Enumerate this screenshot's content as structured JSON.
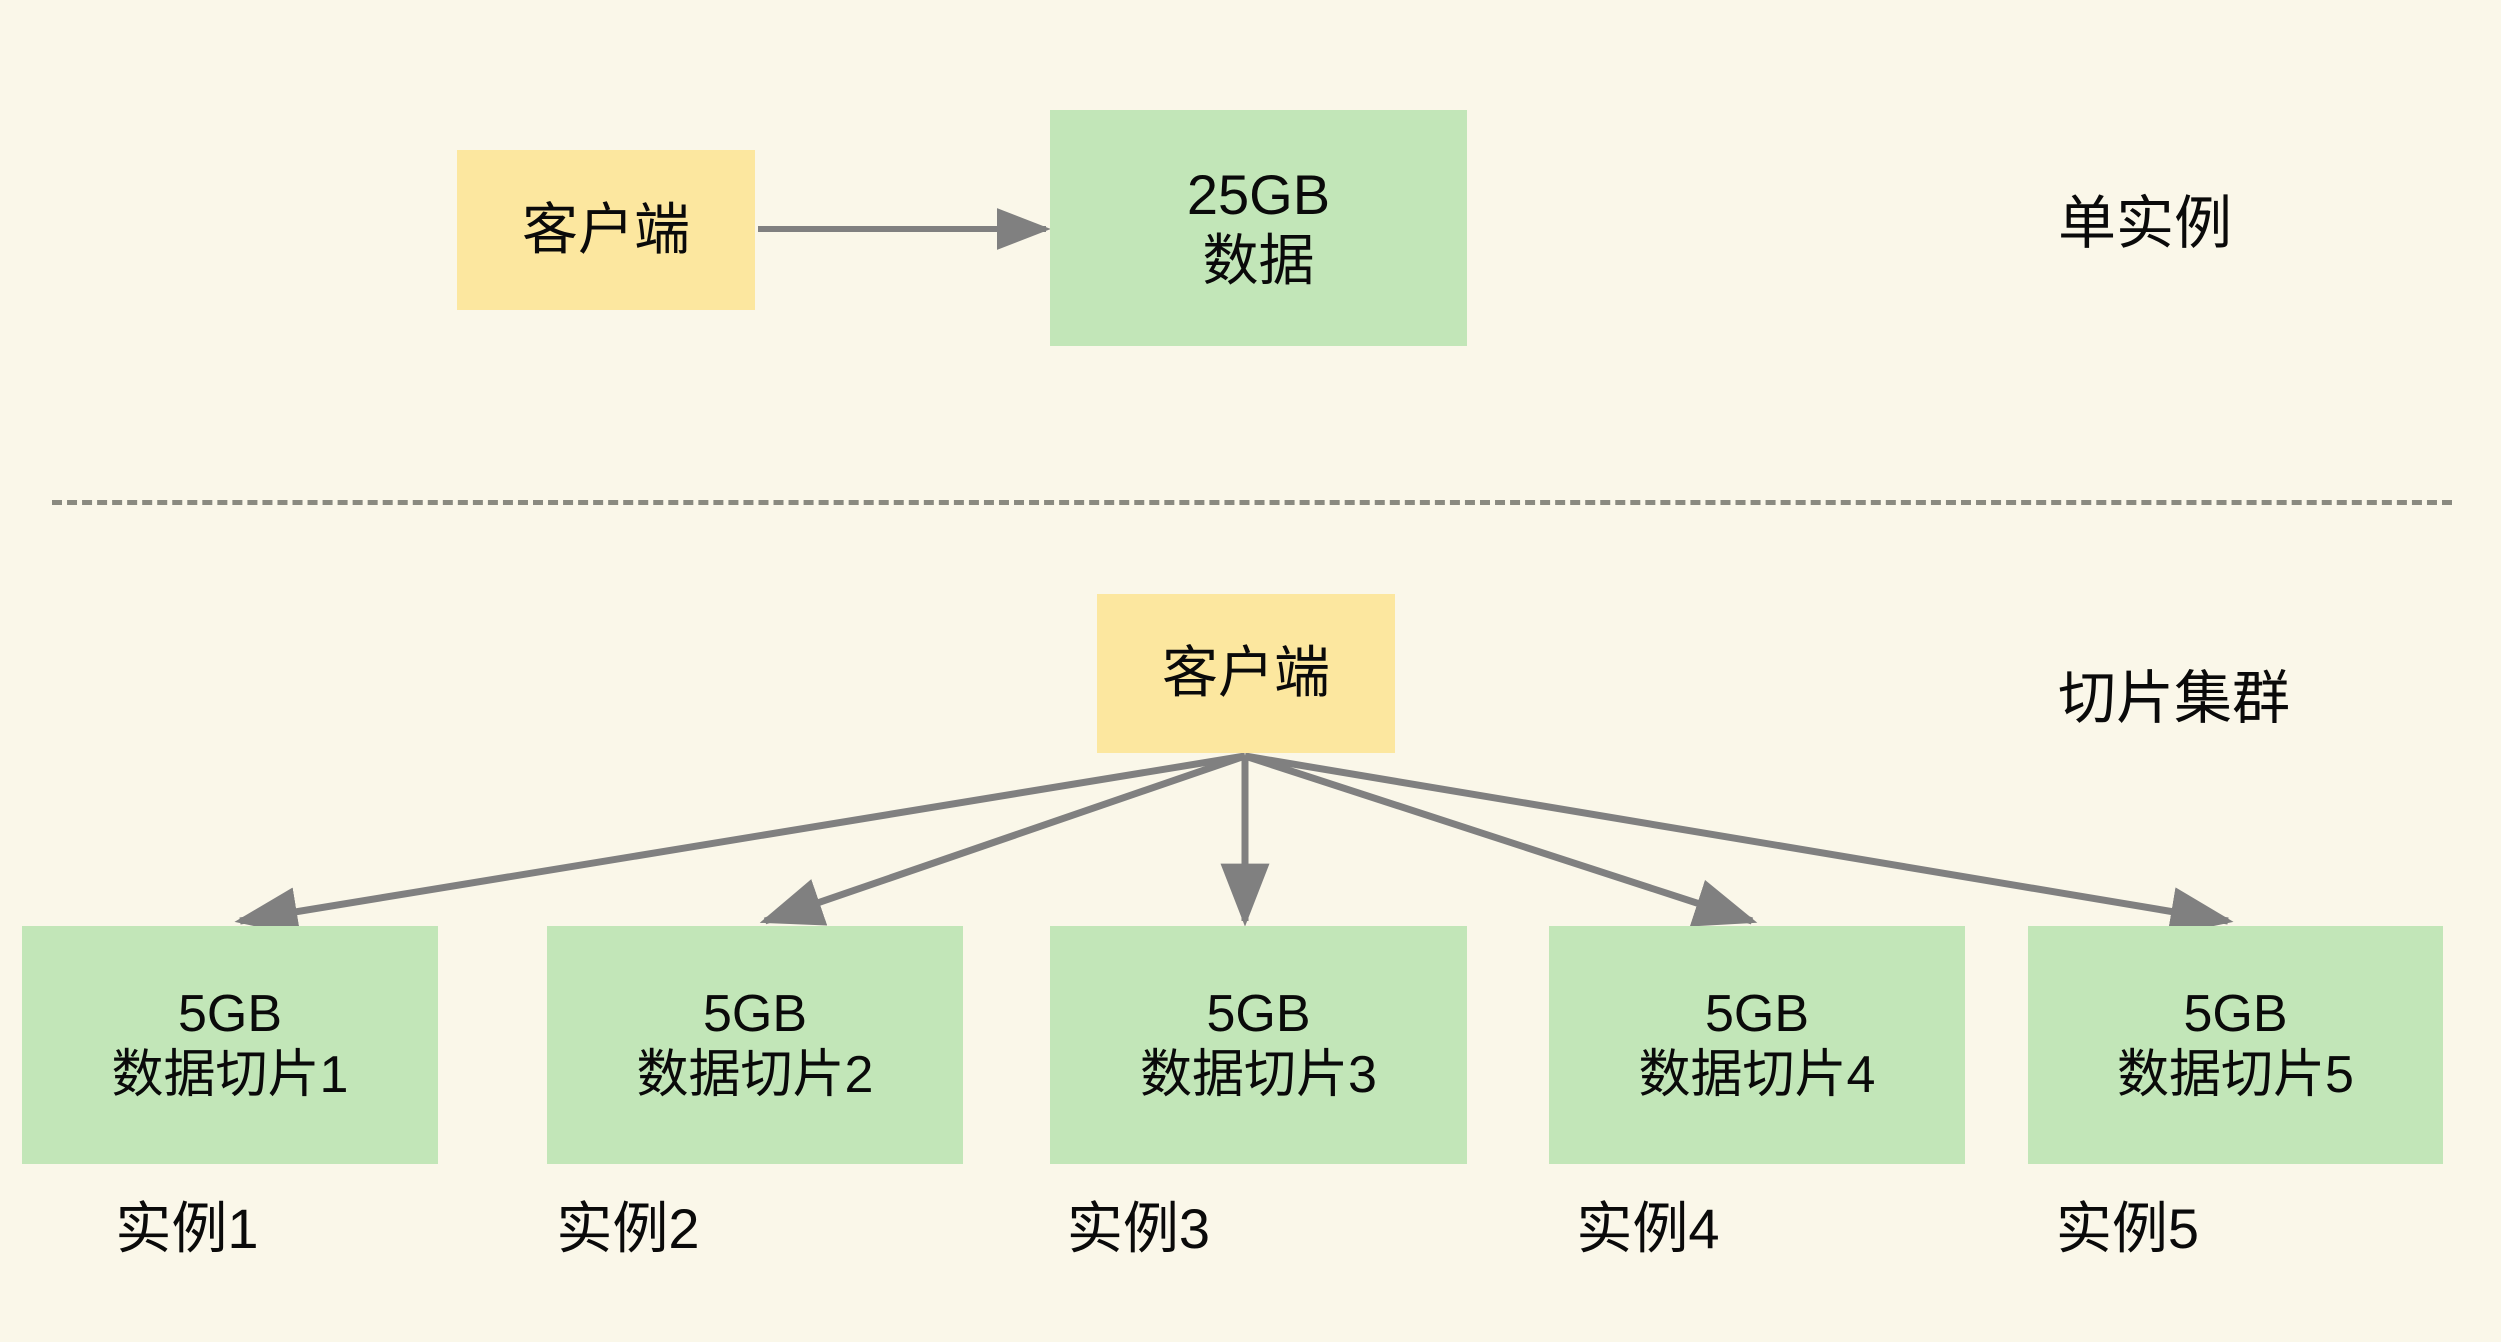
{
  "theme": {
    "background": "#faf7e9",
    "client_fill": "#fce79f",
    "shard_fill": "#c2e6b8",
    "edge_color": "#808080",
    "divider_color": "#8a8a80",
    "text_color": "#0a0a0a"
  },
  "single_instance": {
    "caption": "单实例",
    "client": {
      "label": "客户端"
    },
    "data": {
      "line1": "25GB",
      "line2": "数据"
    },
    "edge_label": ""
  },
  "sharded_cluster": {
    "caption": "切片集群",
    "client": {
      "label": "客户端"
    },
    "shards": [
      {
        "size": "5GB",
        "name": "数据切片1",
        "instance": "实例1"
      },
      {
        "size": "5GB",
        "name": "数据切片2",
        "instance": "实例2"
      },
      {
        "size": "5GB",
        "name": "数据切片3",
        "instance": "实例3"
      },
      {
        "size": "5GB",
        "name": "数据切片4",
        "instance": "实例4"
      },
      {
        "size": "5GB",
        "name": "数据切片5",
        "instance": "实例5"
      }
    ]
  }
}
